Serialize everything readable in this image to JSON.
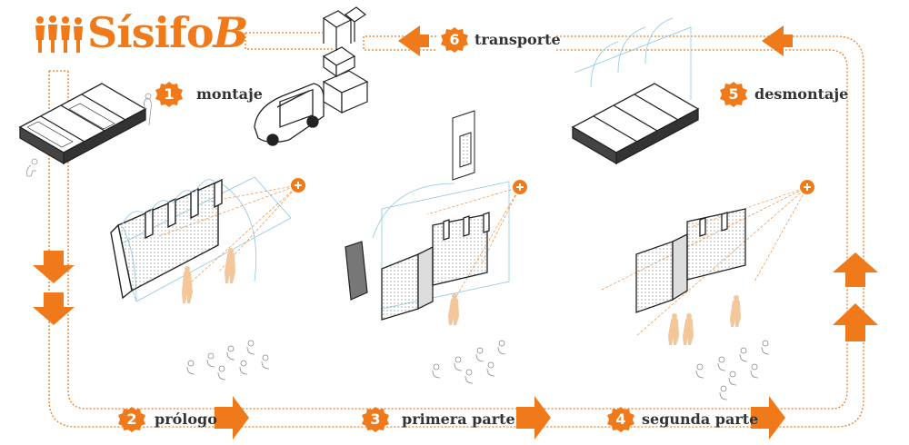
{
  "title": {
    "main": "Sísifo",
    "accent": "B"
  },
  "colors": {
    "accent": "#f07a1a",
    "line": "#222222",
    "blue": "#8cc8e0",
    "gray": "#9a9a9a"
  },
  "stages": [
    {
      "number": "1",
      "label": "montaje"
    },
    {
      "number": "2",
      "label": "prólogo"
    },
    {
      "number": "3",
      "label": "primera parte"
    },
    {
      "number": "4",
      "label": "segunda parte"
    },
    {
      "number": "5",
      "label": "desmontaje"
    },
    {
      "number": "6",
      "label": "transporte"
    }
  ],
  "icons": [
    "people-icon",
    "plus-icon",
    "flow-arrow-icon",
    "stage-badge-icon"
  ]
}
